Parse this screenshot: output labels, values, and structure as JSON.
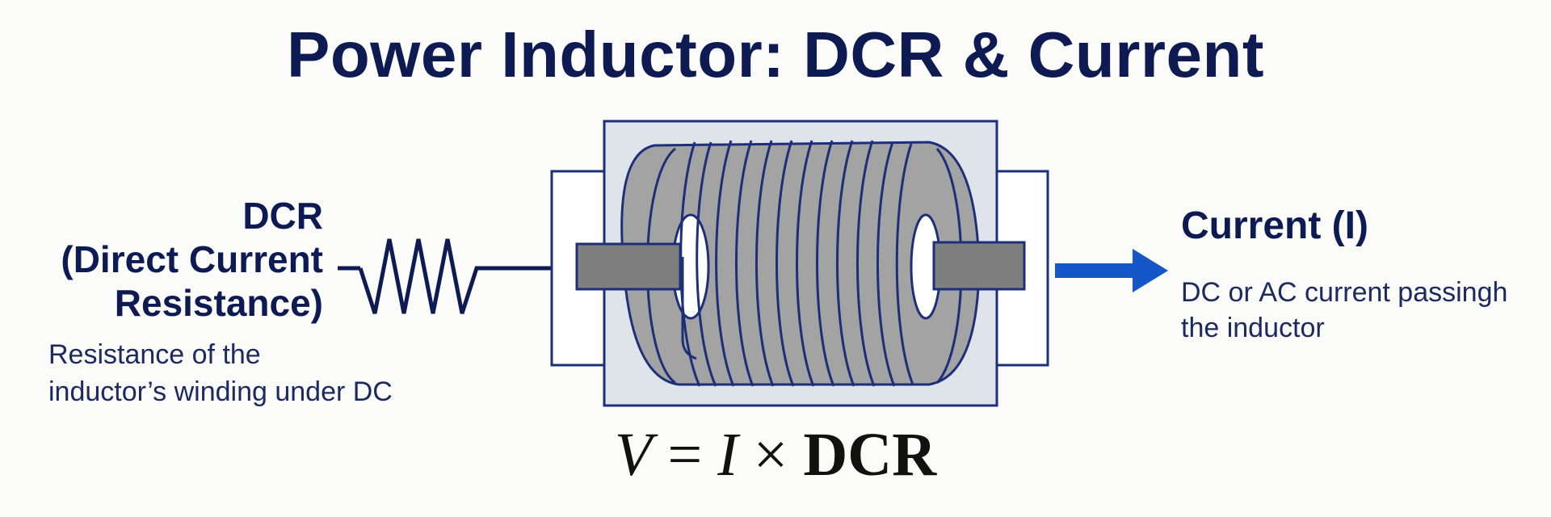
{
  "title": "Power Inductor: DCR & Current",
  "dcr": {
    "title_lines": [
      "DCR",
      "(Direct Current",
      "Resistance)"
    ],
    "description_lines": [
      "Resistance of the",
      "inductor’s winding under DC"
    ]
  },
  "current": {
    "title": "Current (I)",
    "description_lines": [
      "DC or AC current passingh",
      "the inductor"
    ]
  },
  "formula": {
    "v": "V",
    "eq": " = ",
    "i": "I",
    "times": " × ",
    "dcr": "DCR"
  },
  "colors": {
    "navy": "#0d1b52",
    "arrow_blue": "#1556c8",
    "coil_gray": "#9a9a9a",
    "box_fill": "#dfe3ea"
  }
}
